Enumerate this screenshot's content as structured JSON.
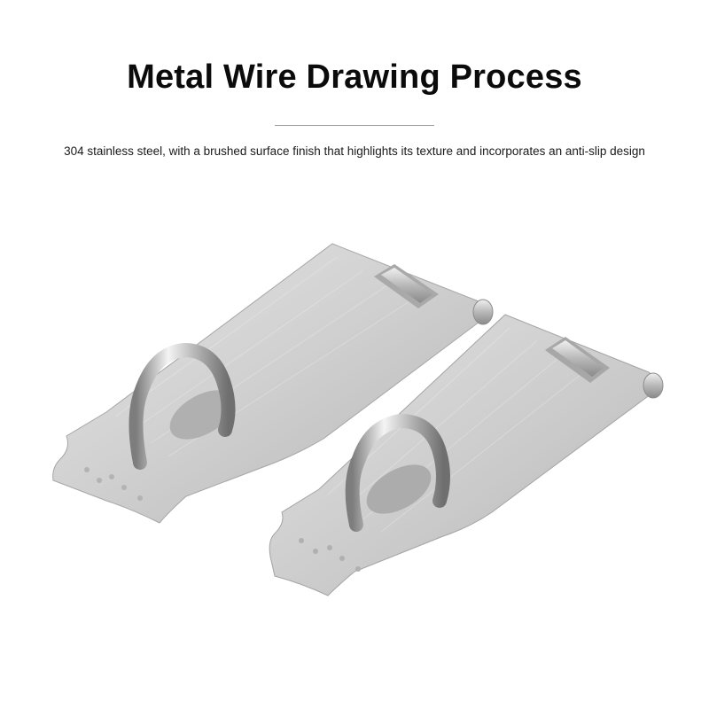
{
  "header": {
    "title": "Metal Wire Drawing Process",
    "subtitle": "304 stainless steel, with a brushed surface finish that highlights its texture and incorporates an anti-slip design"
  },
  "colors": {
    "background": "#ffffff",
    "title_text": "#0b0b0b",
    "divider": "#9a9a9a",
    "metal_light": "#dcdcdc",
    "metal_mid": "#bdbdbd",
    "metal_dark": "#8e8e8e"
  },
  "product": {
    "item_count": 2
  }
}
